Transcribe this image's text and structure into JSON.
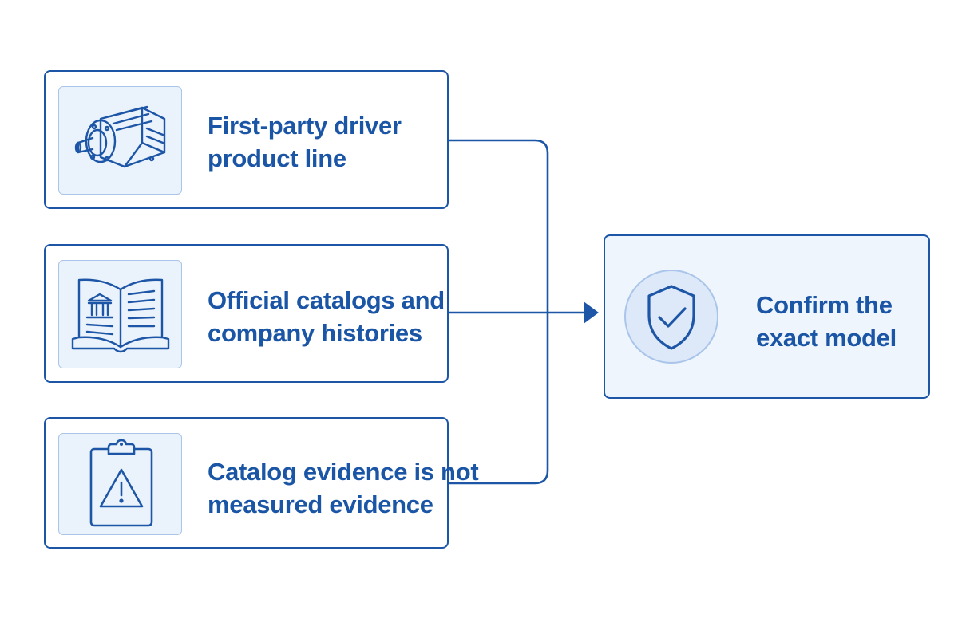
{
  "colors": {
    "stroke": "#1d56a6",
    "text": "#1b55a5",
    "tile_fill": "#eaf2fc",
    "tile_border": "#a9c5ea",
    "result_fill": "#eef5fd"
  },
  "sources": [
    {
      "icon": "motor-icon",
      "line1": "First-party driver",
      "line2": "product line"
    },
    {
      "icon": "open-book-icon",
      "line1": "Official catalogs and",
      "line2": "company histories"
    },
    {
      "icon": "clipboard-warning-icon",
      "line1": "Catalog evidence is not",
      "line2": "measured evidence"
    }
  ],
  "result": {
    "icon": "shield-check-icon",
    "line1": "Confirm the",
    "line2": "exact model"
  }
}
